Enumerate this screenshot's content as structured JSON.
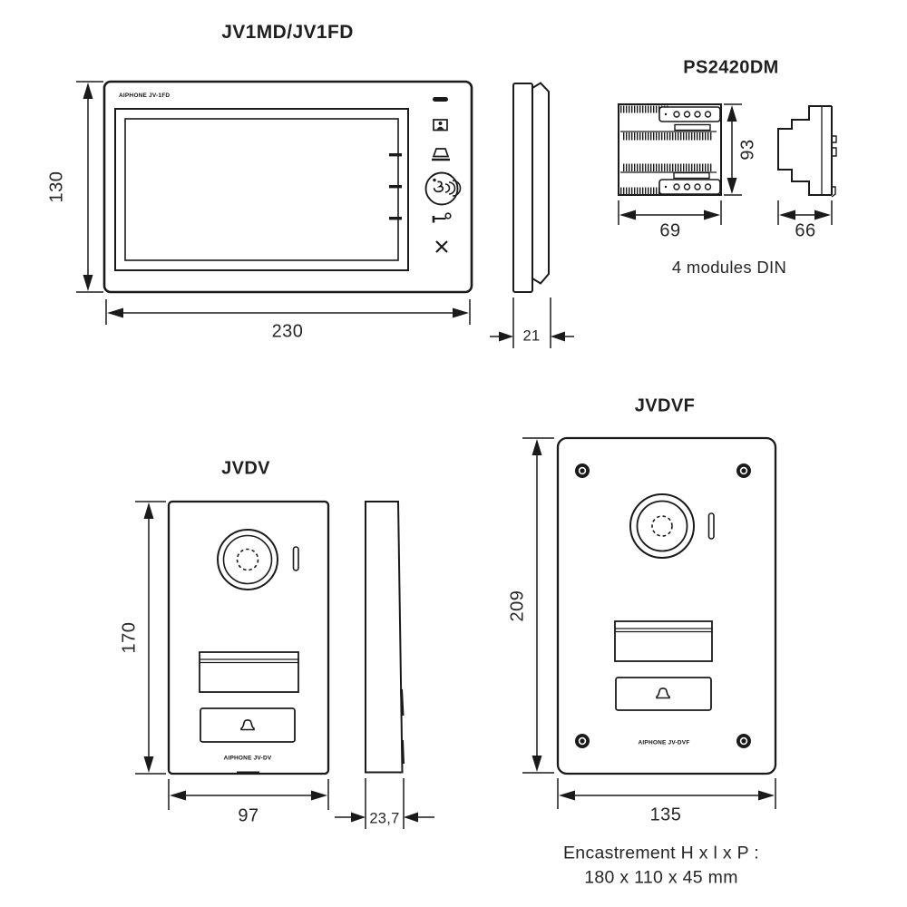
{
  "drawing": {
    "background": "#ffffff",
    "line_color": "#1a1a1a",
    "text_color": "#1f1f1f"
  },
  "monitor": {
    "title": "JV1MD/JV1FD",
    "brand_label": "AIPHONE JV-1FD",
    "dims": {
      "height": "130",
      "width": "230",
      "depth": "21"
    }
  },
  "power_supply": {
    "title": "PS2420DM",
    "caption": "4 modules DIN",
    "dims": {
      "height": "93",
      "width": "69",
      "depth": "66"
    }
  },
  "door_station_surface": {
    "title": "JVDV",
    "brand_label": "AIPHONE JV-DV",
    "dims": {
      "height": "170",
      "width": "97",
      "depth": "23,7"
    }
  },
  "door_station_flush": {
    "title": "JVDVF",
    "brand_label": "AIPHONE JV-DVF",
    "dims": {
      "height": "209",
      "width": "135"
    },
    "note_line1": "Encastrement H x l x P :",
    "note_line2": "180 x 110 x 45 mm"
  }
}
